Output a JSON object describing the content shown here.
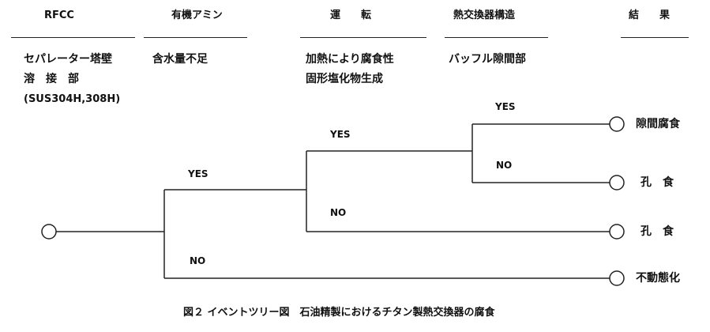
{
  "columns": [
    {
      "header": "RFCC",
      "desc": [
        "セパレーター塔壁",
        "溶　接　部",
        "(SUS304H,308H)"
      ]
    },
    {
      "header": "有機アミン",
      "desc": [
        "含水量不足"
      ]
    },
    {
      "header": "運　　転",
      "desc": [
        "加熱により腐食性",
        "固形塩化物生成"
      ]
    },
    {
      "header": "熱交換器構造",
      "desc": [
        "バッフル隙間部"
      ]
    },
    {
      "header": "結　　果",
      "desc": []
    }
  ],
  "branches": {
    "amine_yes": "YES",
    "amine_no": "NO",
    "op_yes": "YES",
    "op_no": "NO",
    "struct_yes": "YES",
    "struct_no": "NO"
  },
  "outcomes": [
    "隙間腐食",
    "孔　食",
    "孔　食",
    "不動態化"
  ],
  "caption": "図２ イベントツリー図　石油精製におけるチタン製熱交換器の腐食"
}
